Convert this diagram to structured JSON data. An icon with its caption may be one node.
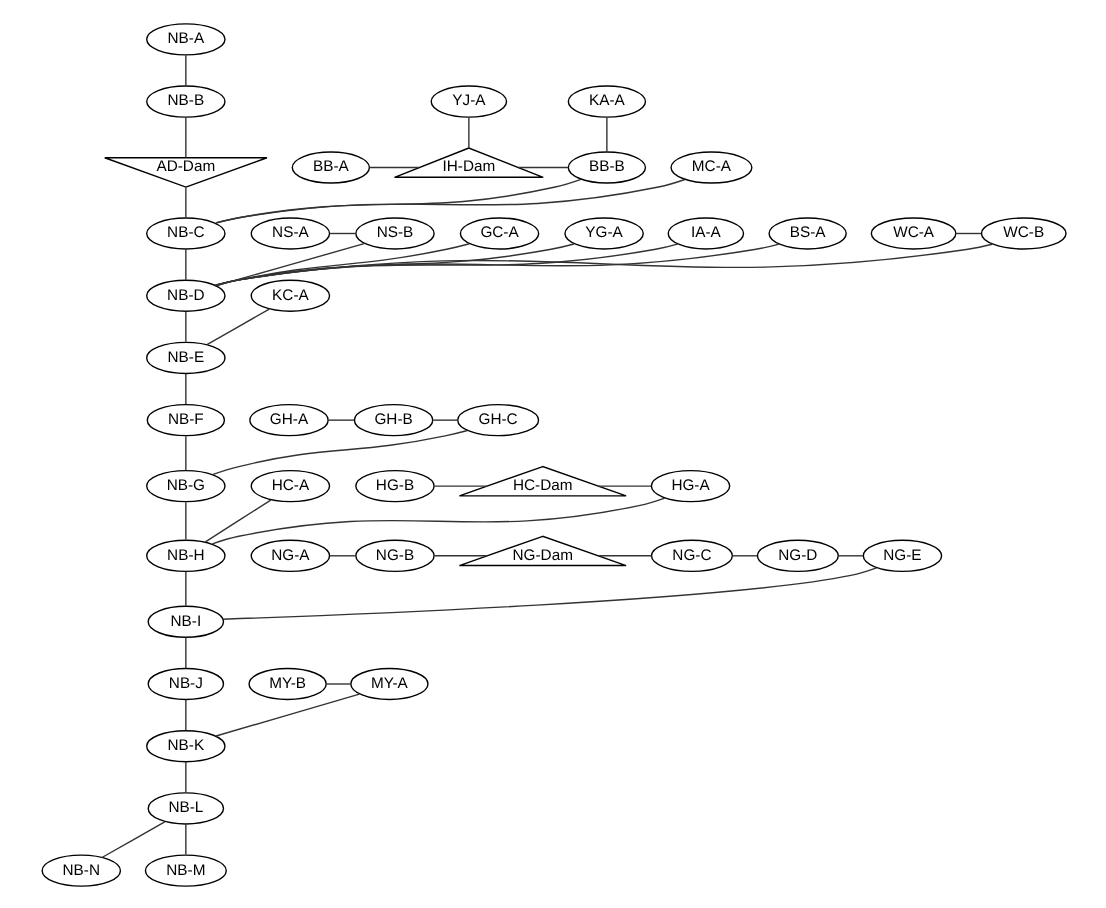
{
  "diagram": {
    "nodes": [
      {
        "text": [
          "NB-A"
        ]
      },
      {
        "text": [
          "NB-B"
        ]
      },
      {
        "text": [
          "AD-Dam"
        ]
      },
      {
        "text": [
          "BB-B"
        ]
      },
      {
        "text": [
          "IH-Dam"
        ]
      },
      {
        "text": [
          "BB-A"
        ]
      },
      {
        "text": [
          "MC-A"
        ]
      },
      {
        "text": [
          "KA-A"
        ]
      },
      {
        "text": [
          "YJ-A"
        ]
      },
      {
        "text": [
          "NB-C"
        ]
      },
      {
        "text": [
          "NS-A"
        ]
      },
      {
        "text": [
          "NS-B"
        ]
      },
      {
        "text": [
          "GC-A"
        ]
      },
      {
        "text": [
          "YG-A"
        ]
      },
      {
        "text": [
          "IA-A"
        ]
      },
      {
        "text": [
          "BS-A"
        ]
      },
      {
        "text": [
          "WC-B"
        ]
      },
      {
        "text": [
          "WC-A"
        ]
      },
      {
        "text": [
          "NB-D"
        ]
      },
      {
        "text": [
          "KC-A"
        ]
      },
      {
        "text": [
          "NB-E"
        ]
      },
      {
        "text": [
          "NB-F"
        ]
      },
      {
        "text": [
          "GH-C"
        ]
      },
      {
        "text": [
          "GH-B"
        ]
      },
      {
        "text": [
          "GH-A"
        ]
      },
      {
        "text": [
          "NB-G"
        ]
      },
      {
        "text": [
          "HC-A"
        ]
      },
      {
        "text": [
          "HG-B"
        ]
      },
      {
        "text": [
          "HC-Dam"
        ]
      },
      {
        "text": [
          "HG-A"
        ]
      },
      {
        "text": [
          "NG-A"
        ]
      },
      {
        "text": [
          "NG-Dam"
        ]
      },
      {
        "text": [
          "NB-H"
        ]
      },
      {
        "text": [
          "NG-B"
        ]
      },
      {
        "text": [
          "NG-C"
        ]
      },
      {
        "text": [
          "NG-D"
        ]
      },
      {
        "text": [
          "NG-E"
        ]
      },
      {
        "text": [
          "NB-I"
        ]
      },
      {
        "text": [
          "NB-J"
        ]
      },
      {
        "text": [
          "MY-A"
        ]
      },
      {
        "text": [
          "MY-B"
        ]
      },
      {
        "text": [
          "NB-K"
        ]
      },
      {
        "text": [
          "NB-L"
        ]
      },
      {
        "text": [
          "NB-N"
        ]
      },
      {
        "text": [
          "NB-M"
        ]
      }
    ],
    "edges": [
      {
        "from": 0,
        "to": 1,
        "arrow": "none"
      },
      {
        "from": 1,
        "to": 2,
        "arrow": "none"
      },
      {
        "from": 2,
        "to": 9,
        "arrow": "none"
      },
      {
        "from": 5,
        "to": 4,
        "arrow": "none"
      },
      {
        "from": 8,
        "to": 4,
        "arrow": "none"
      },
      {
        "from": 4,
        "to": 3,
        "arrow": "none"
      },
      {
        "from": 7,
        "to": 3,
        "arrow": "none"
      },
      {
        "from": 3,
        "to": 9,
        "arrow": "none"
      },
      {
        "from": 6,
        "to": 9,
        "arrow": "none"
      },
      {
        "from": 10,
        "to": 11,
        "arrow": "none"
      },
      {
        "from": 11,
        "to": 18,
        "arrow": "none"
      },
      {
        "from": 12,
        "to": 18,
        "arrow": "none"
      },
      {
        "from": 13,
        "to": 18,
        "arrow": "none"
      },
      {
        "from": 14,
        "to": 18,
        "arrow": "none"
      },
      {
        "from": 15,
        "to": 18,
        "arrow": "none"
      },
      {
        "from": 17,
        "to": 16,
        "arrow": "none"
      },
      {
        "from": 16,
        "to": 18,
        "arrow": "none"
      },
      {
        "from": 9,
        "to": 18,
        "arrow": "none"
      },
      {
        "from": 18,
        "to": 20,
        "arrow": "none"
      },
      {
        "from": 19,
        "to": 20,
        "arrow": "none"
      },
      {
        "from": 20,
        "to": 21,
        "arrow": "none"
      },
      {
        "from": 21,
        "to": 25,
        "arrow": "none"
      },
      {
        "from": 24,
        "to": 23,
        "arrow": "none"
      },
      {
        "from": 23,
        "to": 22,
        "arrow": "none"
      },
      {
        "from": 22,
        "to": 25,
        "arrow": "none"
      },
      {
        "from": 25,
        "to": 32,
        "arrow": "none"
      },
      {
        "from": 26,
        "to": 32,
        "arrow": "none"
      },
      {
        "from": 27,
        "to": 28,
        "arrow": "none"
      },
      {
        "from": 28,
        "to": 29,
        "arrow": "none"
      },
      {
        "from": 29,
        "to": 32,
        "arrow": "none"
      },
      {
        "from": 32,
        "to": 37,
        "arrow": "none"
      },
      {
        "from": 30,
        "to": 33,
        "arrow": "none"
      },
      {
        "from": 33,
        "to": 31,
        "arrow": "none"
      },
      {
        "from": 31,
        "to": 34,
        "arrow": "none"
      },
      {
        "from": 34,
        "to": 35,
        "arrow": "none"
      },
      {
        "from": 35,
        "to": 36,
        "arrow": "none"
      },
      {
        "from": 36,
        "to": 37,
        "arrow": "none"
      },
      {
        "from": 37,
        "to": 38,
        "arrow": "none"
      },
      {
        "from": 38,
        "to": 41,
        "arrow": "none"
      },
      {
        "from": 40,
        "to": 39,
        "arrow": "none"
      },
      {
        "from": 39,
        "to": 41,
        "arrow": "none"
      },
      {
        "from": 41,
        "to": 42,
        "arrow": "none"
      },
      {
        "from": 42,
        "to": 44,
        "arrow": "none"
      },
      {
        "from": 42,
        "to": 43,
        "arrow": "none"
      }
    ]
  }
}
